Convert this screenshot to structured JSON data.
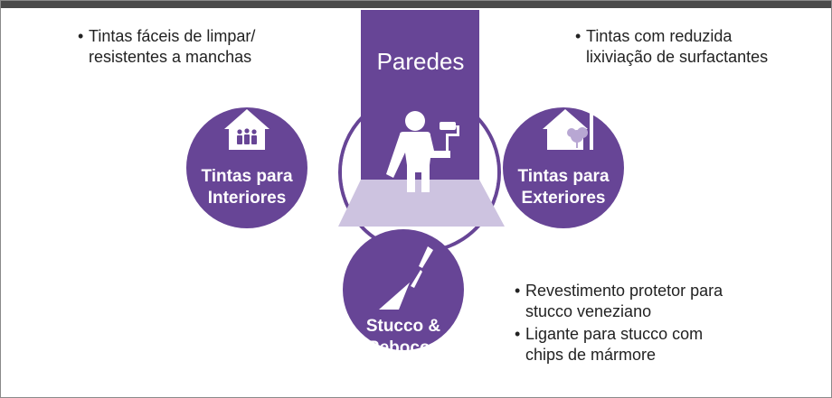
{
  "colors": {
    "purple": "#674596",
    "light_purple": "#cdc3e0",
    "figure_white": "#ffffff",
    "ring": "#674596"
  },
  "diagram": {
    "center_title": "Paredes",
    "interiors": {
      "label_line1": "Tintas para",
      "label_line2": "Interiores",
      "icon": "house-family-icon"
    },
    "exteriors": {
      "label_line1": "Tintas para",
      "label_line2": "Exteriores",
      "icon": "house-tree-icon"
    },
    "stucco": {
      "label_line1": "Stucco &",
      "label_line2": "Rebocos",
      "icon": "trowel-icon"
    },
    "painter_icon": "painter-roller-icon"
  },
  "notes": {
    "interiors": [
      {
        "line1": "Tintas fáceis de limpar/",
        "line2": "resistentes a manchas"
      }
    ],
    "exteriors": [
      {
        "line1": "Tintas com reduzida",
        "line2": "lixiviação de surfactantes"
      }
    ],
    "stucco": [
      {
        "line1": "Revestimento protetor para",
        "line2": "stucco veneziano"
      },
      {
        "line1": "Ligante para stucco com",
        "line2": "chips de mármore"
      }
    ]
  }
}
